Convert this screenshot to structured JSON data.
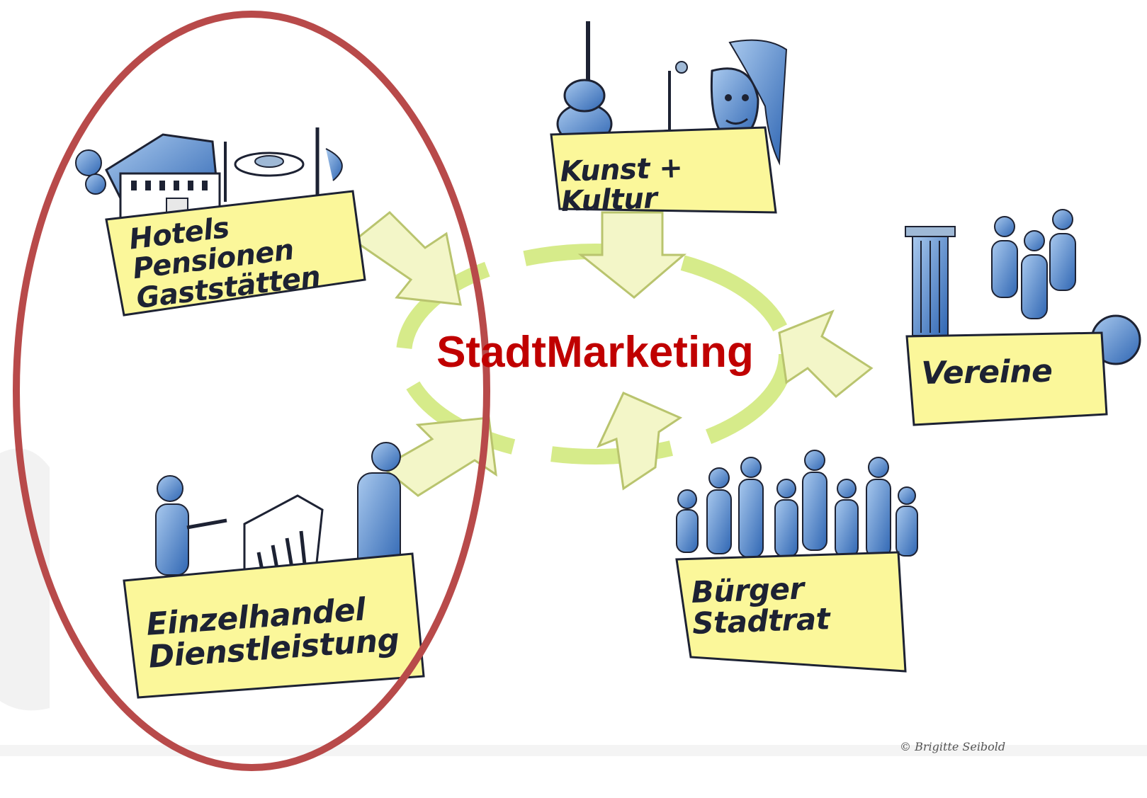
{
  "center_title": "StadtMarketing",
  "nodes": {
    "hotels": {
      "line1": "Hotels Pensionen",
      "line2": "Gaststätten"
    },
    "kunst": {
      "line1": "Kunst + Kultur"
    },
    "vereine": {
      "line1": "Vereine"
    },
    "buerger": {
      "line1": "Bürger",
      "line2": "Stadtrat"
    },
    "einzelhandel": {
      "line1": "Einzelhandel",
      "line2": "Dienstleistung"
    }
  },
  "copyright": "© Brigitte Seibold",
  "colors": {
    "highlight_ellipse": "#b84a4a",
    "center_title": "#c00000",
    "label_box": "#fbf79a",
    "arrow_fill": "#f3f6c8",
    "cycle_ring": "#d6eb8a",
    "icon_blue": "#4f86c9"
  },
  "icons": [
    "hotel-building-icon",
    "plate-cutlery-icon",
    "guitar-icon",
    "microphone-icon",
    "theater-mask-icon",
    "curtain-icon",
    "column-icon",
    "group-people-icon",
    "cash-register-icon",
    "person-icon",
    "crowd-icon"
  ]
}
